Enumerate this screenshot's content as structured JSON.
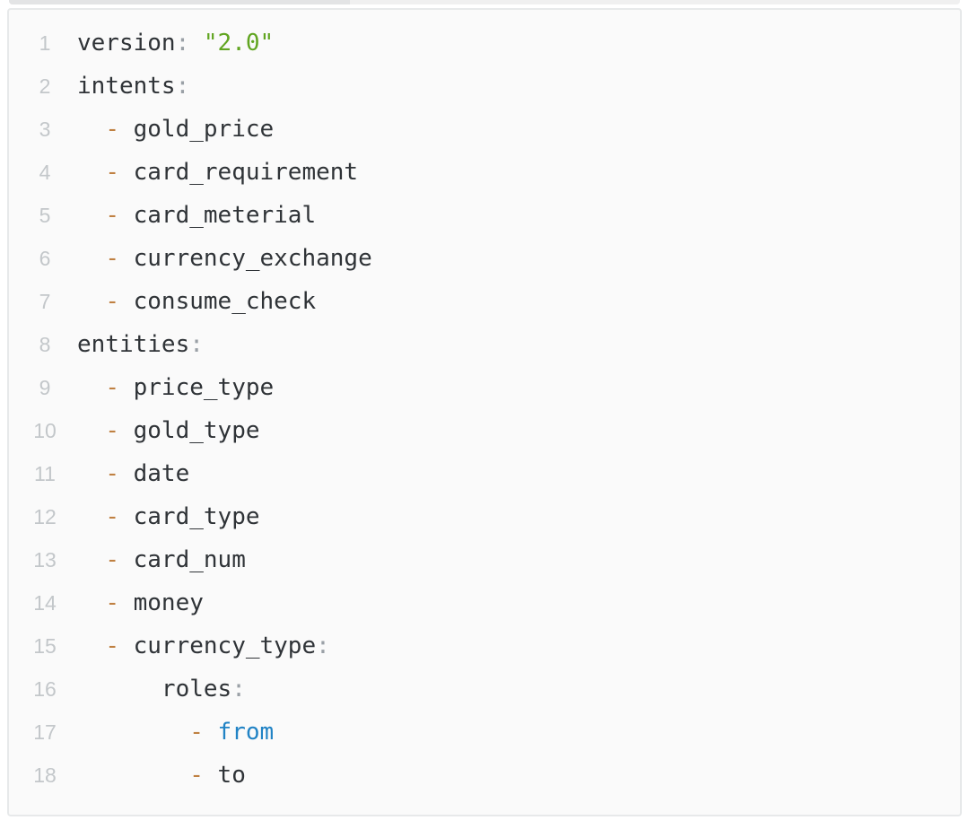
{
  "page": {
    "background": "#ffffff"
  },
  "code_block": {
    "language": "yaml",
    "background": "#fafafa",
    "border_color": "#e7e9ea",
    "colors": {
      "line_number": "#c3c7ca",
      "text": "#2f3337",
      "punctuation": "#9aa0a6",
      "string": "#61a521",
      "dash": "#bf8041",
      "keyword": "#2183c5"
    },
    "lines": [
      {
        "number": "1",
        "tokens": [
          {
            "t": "version",
            "c": "plain"
          },
          {
            "t": ":",
            "c": "punct"
          },
          {
            "t": " ",
            "c": "plain"
          },
          {
            "t": "\"2.0\"",
            "c": "string"
          }
        ]
      },
      {
        "number": "2",
        "tokens": [
          {
            "t": "intents",
            "c": "plain"
          },
          {
            "t": ":",
            "c": "punct"
          }
        ]
      },
      {
        "number": "3",
        "tokens": [
          {
            "t": "  ",
            "c": "plain"
          },
          {
            "t": "-",
            "c": "dash"
          },
          {
            "t": " gold_price",
            "c": "plain"
          }
        ]
      },
      {
        "number": "4",
        "tokens": [
          {
            "t": "  ",
            "c": "plain"
          },
          {
            "t": "-",
            "c": "dash"
          },
          {
            "t": " card_requirement",
            "c": "plain"
          }
        ]
      },
      {
        "number": "5",
        "tokens": [
          {
            "t": "  ",
            "c": "plain"
          },
          {
            "t": "-",
            "c": "dash"
          },
          {
            "t": " card_meterial",
            "c": "plain"
          }
        ]
      },
      {
        "number": "6",
        "tokens": [
          {
            "t": "  ",
            "c": "plain"
          },
          {
            "t": "-",
            "c": "dash"
          },
          {
            "t": " currency_exchange",
            "c": "plain"
          }
        ]
      },
      {
        "number": "7",
        "tokens": [
          {
            "t": "  ",
            "c": "plain"
          },
          {
            "t": "-",
            "c": "dash"
          },
          {
            "t": " consume_check",
            "c": "plain"
          }
        ]
      },
      {
        "number": "8",
        "tokens": [
          {
            "t": "entities",
            "c": "plain"
          },
          {
            "t": ":",
            "c": "punct"
          }
        ]
      },
      {
        "number": "9",
        "tokens": [
          {
            "t": "  ",
            "c": "plain"
          },
          {
            "t": "-",
            "c": "dash"
          },
          {
            "t": " price_type",
            "c": "plain"
          }
        ]
      },
      {
        "number": "10",
        "tokens": [
          {
            "t": "  ",
            "c": "plain"
          },
          {
            "t": "-",
            "c": "dash"
          },
          {
            "t": " gold_type",
            "c": "plain"
          }
        ]
      },
      {
        "number": "11",
        "tokens": [
          {
            "t": "  ",
            "c": "plain"
          },
          {
            "t": "-",
            "c": "dash"
          },
          {
            "t": " date",
            "c": "plain"
          }
        ]
      },
      {
        "number": "12",
        "tokens": [
          {
            "t": "  ",
            "c": "plain"
          },
          {
            "t": "-",
            "c": "dash"
          },
          {
            "t": " card_type",
            "c": "plain"
          }
        ]
      },
      {
        "number": "13",
        "tokens": [
          {
            "t": "  ",
            "c": "plain"
          },
          {
            "t": "-",
            "c": "dash"
          },
          {
            "t": " card_num",
            "c": "plain"
          }
        ]
      },
      {
        "number": "14",
        "tokens": [
          {
            "t": "  ",
            "c": "plain"
          },
          {
            "t": "-",
            "c": "dash"
          },
          {
            "t": " money",
            "c": "plain"
          }
        ]
      },
      {
        "number": "15",
        "tokens": [
          {
            "t": "  ",
            "c": "plain"
          },
          {
            "t": "-",
            "c": "dash"
          },
          {
            "t": " currency_type",
            "c": "plain"
          },
          {
            "t": ":",
            "c": "punct"
          }
        ]
      },
      {
        "number": "16",
        "tokens": [
          {
            "t": "      roles",
            "c": "plain"
          },
          {
            "t": ":",
            "c": "punct"
          }
        ]
      },
      {
        "number": "17",
        "tokens": [
          {
            "t": "        ",
            "c": "plain"
          },
          {
            "t": "-",
            "c": "dash"
          },
          {
            "t": " ",
            "c": "plain"
          },
          {
            "t": "from",
            "c": "keyword"
          }
        ]
      },
      {
        "number": "18",
        "tokens": [
          {
            "t": "        ",
            "c": "plain"
          },
          {
            "t": "-",
            "c": "dash"
          },
          {
            "t": " to",
            "c": "plain"
          }
        ]
      }
    ]
  }
}
